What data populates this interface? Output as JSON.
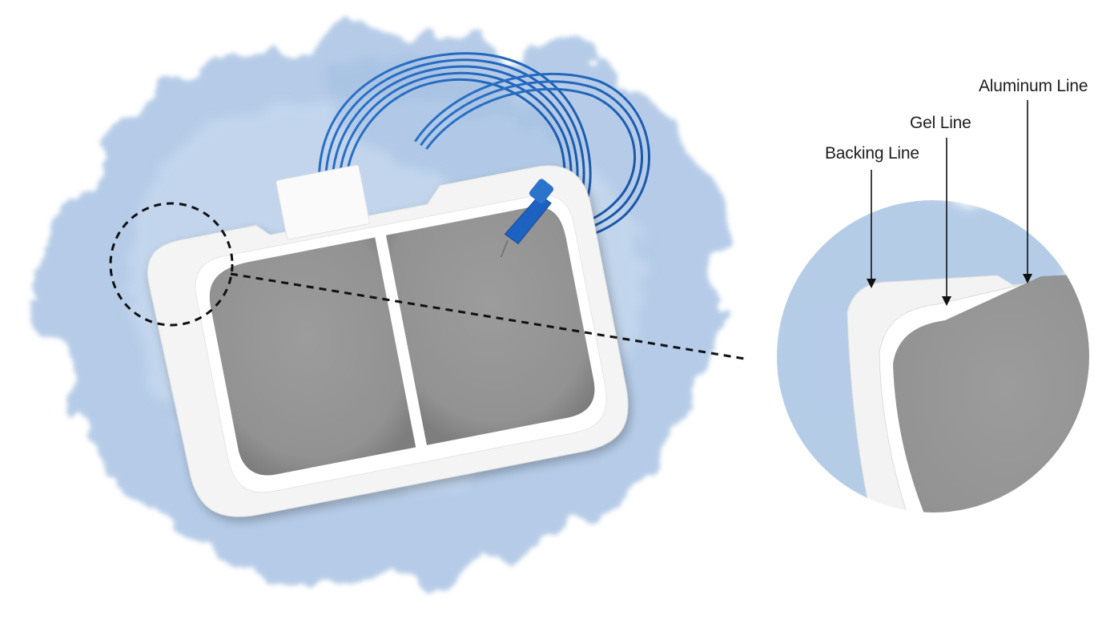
{
  "callouts": {
    "backing": "Backing Line",
    "gel": "Gel Line",
    "aluminum": "Aluminum Line"
  },
  "colors": {
    "watercolor": "#a9c3e3",
    "watercolor_light": "#c8daef",
    "backing_pad": "#f4f4f4",
    "gel_border": "#ffffff",
    "aluminum": "#939393",
    "cable": "#1f63b8",
    "connector": "#1d62c0",
    "dashed_line": "#111111"
  },
  "icons": {
    "pad": "split-grounding-pad",
    "cable": "coiled-cable",
    "connector": "plug-connector"
  }
}
